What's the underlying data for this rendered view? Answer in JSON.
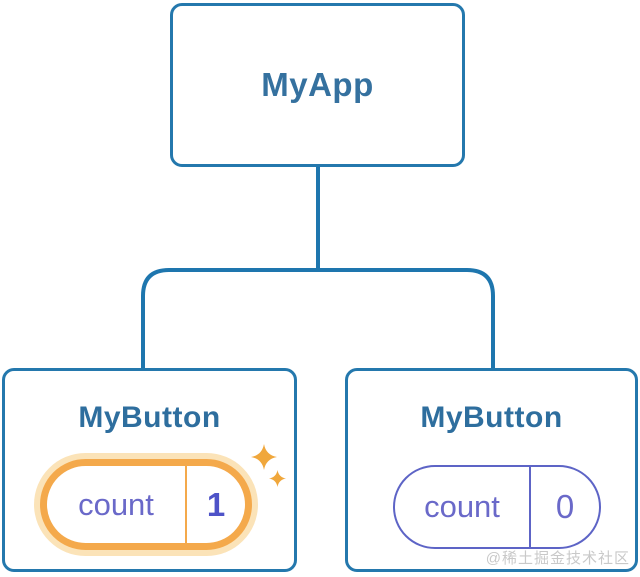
{
  "diagram": {
    "root": {
      "label": "MyApp"
    },
    "children": [
      {
        "label": "MyButton",
        "counter": {
          "label": "count",
          "value": "1"
        },
        "highlighted": true
      },
      {
        "label": "MyButton",
        "counter": {
          "label": "count",
          "value": "0"
        },
        "highlighted": false
      }
    ],
    "watermark": "@稀土掘金技术社区",
    "colors": {
      "node_border": "#2478ad",
      "node_label": "#2e6e9e",
      "connector": "#1e76ae",
      "counter_text": "#6a69c9",
      "counter_border": "#5d64c6",
      "highlight_border": "#f4a94b",
      "highlight_glow": "#fbe3b8",
      "highlight_value": "#4e53c8",
      "sparkle": "#f0a73c"
    }
  }
}
